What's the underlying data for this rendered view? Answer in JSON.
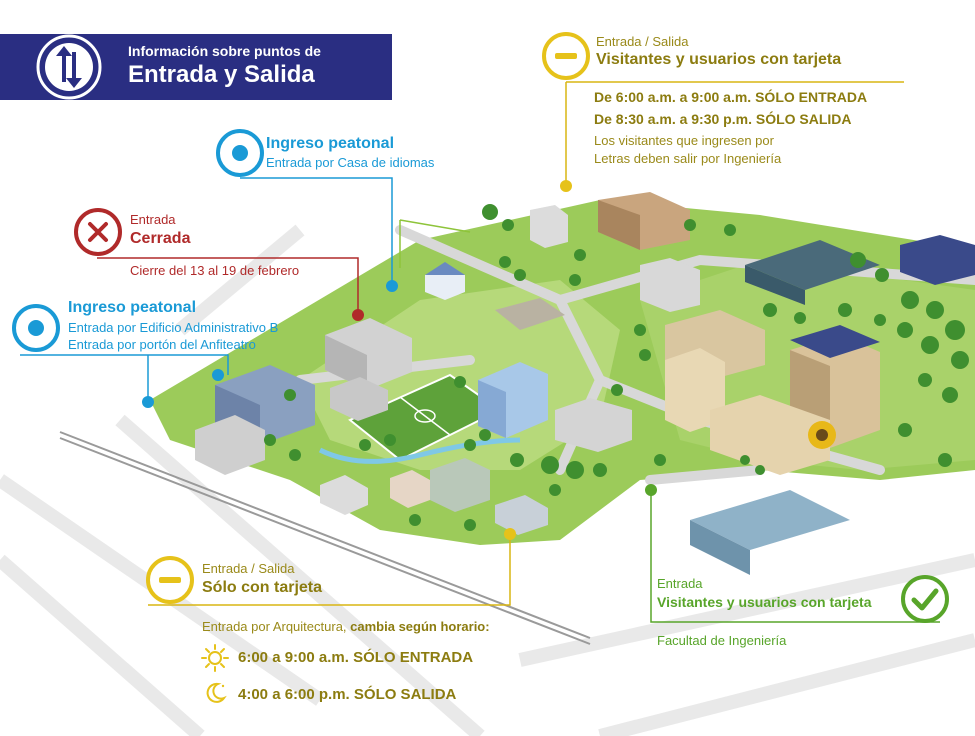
{
  "header": {
    "line1": "Información sobre puntos de",
    "line2": "Entrada y Salida"
  },
  "icons": {
    "header": "up-down-arrows-icon",
    "pedestrian": "target-circle-icon",
    "closed": "x-circle-icon",
    "card": "minus-circle-icon",
    "open": "check-circle-icon",
    "sun": "sun-icon",
    "moon": "moon-icon"
  },
  "colors": {
    "banner": "#2a2e82",
    "pedestrian": "#1a9ad6",
    "closed": "#b02a2a",
    "card": "#e6c21a",
    "open": "#58a52a"
  },
  "callouts": {
    "peatonal_idiomas": {
      "title": "Ingreso peatonal",
      "line1": "Entrada por Casa de idiomas"
    },
    "cerrada": {
      "kicker": "Entrada",
      "title": "Cerrada",
      "line1": "Cierre del 13 al 19 de febrero"
    },
    "peatonal_admin": {
      "title": "Ingreso peatonal",
      "line1": "Entrada por Edificio Administrativo B",
      "line2": "Entrada por portón del Anfiteatro"
    },
    "letras": {
      "kicker": "Entrada / Salida",
      "title": "Visitantes y usuarios con tarjeta",
      "sched1": "De 6:00 a.m. a 9:00 a.m. SÓLO ENTRADA",
      "sched2": "De 8:30 a.m. a 9:30 p.m. SÓLO SALIDA",
      "note1": "Los visitantes que ingresen por",
      "note2": "Letras deben salir por Ingeniería"
    },
    "arquitectura": {
      "kicker": "Entrada / Salida",
      "title": "Sólo con tarjeta",
      "intro": "Entrada por Arquitectura, ",
      "intro_bold": "cambia según horario:",
      "sched1": "6:00 a 9:00 a.m. SÓLO ENTRADA",
      "sched2": "4:00 a 6:00 p.m. SÓLO SALIDA"
    },
    "ingenieria": {
      "kicker": "Entrada",
      "title": "Visitantes y usuarios con tarjeta",
      "line1": "Facultad de Ingeniería"
    }
  }
}
